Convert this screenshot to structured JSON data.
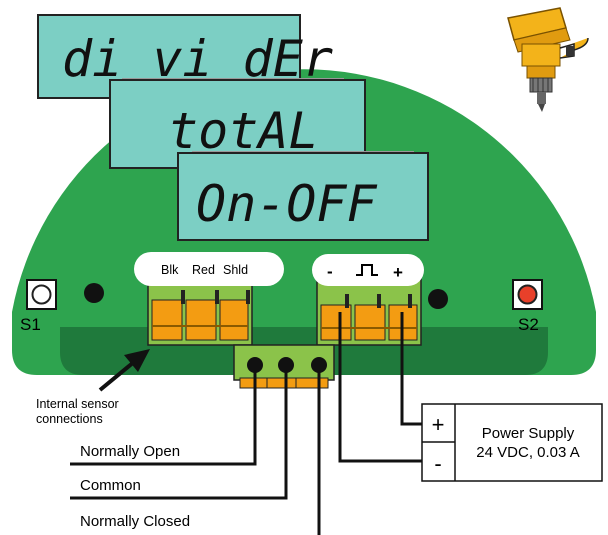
{
  "lcd": {
    "screen1": "di vi dEr",
    "screen2": "totAL",
    "screen3": "On-OFF"
  },
  "terminals": {
    "sensor": [
      "Blk",
      "Red",
      "Shld"
    ],
    "power": [
      "-",
      "⎍",
      "+"
    ]
  },
  "buttons": {
    "s1": "S1",
    "s2": "S2"
  },
  "labels": {
    "internal_line1": "Internal sensor",
    "internal_line2": "connections",
    "normally_open": "Normally Open",
    "common": "Common",
    "normally_closed": "Normally Closed"
  },
  "power_supply": {
    "plus": "+",
    "minus": "-",
    "line1": "Power Supply",
    "line2": "24 VDC, 0.03 A"
  },
  "colors": {
    "board": "#2ea44f",
    "board_dark": "#1f7a3c",
    "lcd": "#7ccfc4",
    "terminal": "#8bc34a",
    "contact": "#f39c12",
    "s2_button": "#e8402a"
  }
}
